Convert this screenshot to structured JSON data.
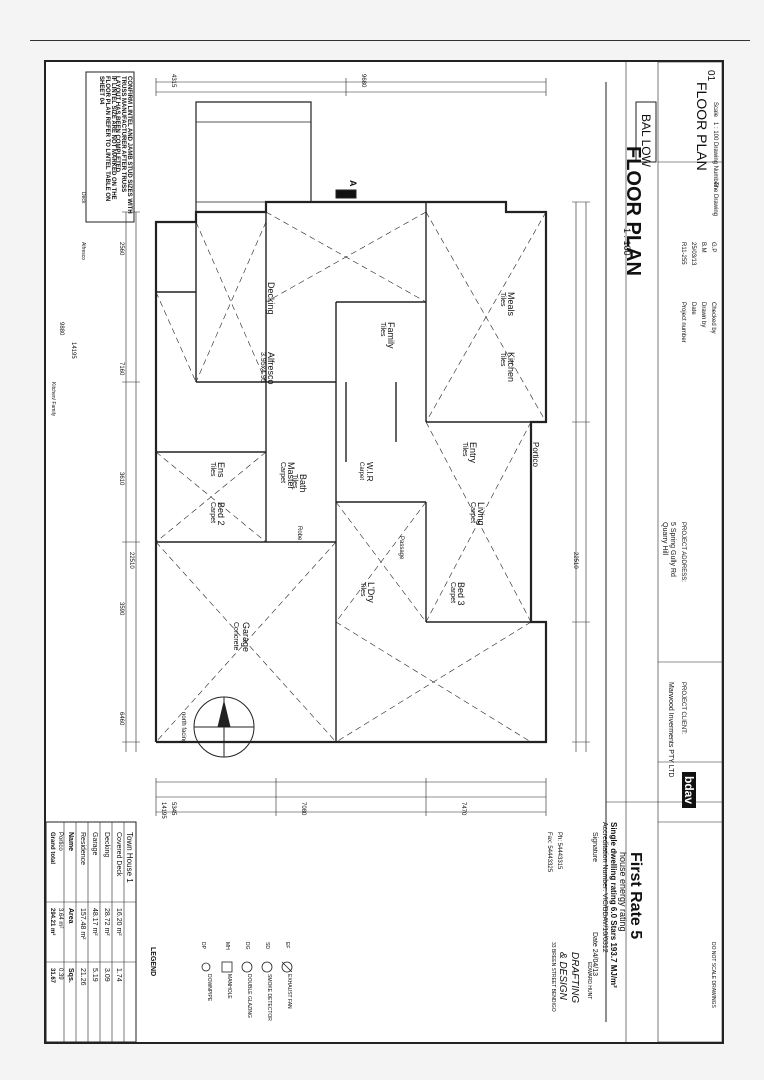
{
  "title_block": {
    "heading": "FLOOR PLAN",
    "scale": "1 : 100",
    "bal": "BAL LOW",
    "the_drawing_label": "The Drawing",
    "the_drawing": "FLOOR PLAN",
    "project_number_label": "Project number",
    "project_number": "R11-255",
    "date_label": "Date",
    "date": "25/03/13",
    "drawn_by_label": "Drawn by",
    "drawn_by": "B.M",
    "checked_by_label": "Checked by",
    "checked_by": "G.P",
    "scale_label": "Scale",
    "scale_value": "1 : 100",
    "drawing_number_label": "Drawing Number",
    "drawing_number": "01"
  },
  "notes": {
    "lintel_note": "CONFIRM LINTEL AND JAMB STUD SIZES WITH TRUSS MANUFACTURER AFTER TRUSS LAYOUT HAS BEEN COMPLETED",
    "lintel_note2": "IF LINTEL SIZE ARE NOT MARKED ON THE FLOOR PLAN REFER TO LINTEL TABLE ON SHEET 04"
  },
  "project": {
    "address_label": "PROJECT ADDRESS:",
    "address_1": "5 Spring Gully Rd",
    "address_2": "Quarry Hill",
    "client_label": "PROJECT CLIENT:",
    "client": "Marwood Inverments PTY LTD",
    "bdav": "bdav",
    "do_not_scale": "DO NOT SCALE DRAWINGS"
  },
  "rating": {
    "title": "First Rate 5",
    "subtitle": "house energy rating",
    "stars_line": "Single dwelling rating 6.0 Stars 193.7 MJ/m²",
    "accreditation": "Accreditation Number: VIC/BDAV/10/0312",
    "signature": "Signature",
    "date": "Date 24/04/13"
  },
  "company": {
    "ph": "Ph: 54443315",
    "fax": "Fax: 54443325",
    "name1": "DRAFTING",
    "name2": "& DESIGN",
    "owner": "EDWARD HUNT",
    "street": "33 BREEN STREET BENDIGO"
  },
  "area_table": {
    "title": "Town House 1",
    "headers": [
      "Name",
      "Area",
      "Sqs."
    ],
    "rows": [
      [
        "Residence",
        "157.48 m²",
        "21.26"
      ],
      [
        "Garage",
        "48.17 m²",
        "5.19"
      ],
      [
        "Decking",
        "28.72 m²",
        "3.09"
      ],
      [
        "Covered Deck",
        "16.20 m²",
        "1.74"
      ],
      [
        "Portico",
        "3.64 m²",
        "0.39"
      ],
      [
        "Grand total",
        "294.21 m²",
        "31.67"
      ]
    ]
  },
  "legend": {
    "title": "LEGEND",
    "items": [
      {
        "sym": "DP",
        "label": "DOWNPIPE"
      },
      {
        "sym": "MH",
        "label": "MANHOLE"
      },
      {
        "sym": "DG",
        "label": "DOUBLE GLAZING"
      },
      {
        "sym": "SD",
        "label": "SMOKE DETECTOR"
      },
      {
        "sym": "EF",
        "label": "EXHAUST FAN"
      }
    ]
  },
  "rooms": [
    {
      "name": "Garage",
      "finish": "Concrete"
    },
    {
      "name": "Bed 2",
      "finish": "Carpet"
    },
    {
      "name": "Bath",
      "finish": "Tiles"
    },
    {
      "name": "Bed 3",
      "finish": "Carpet"
    },
    {
      "name": "L'Dry",
      "finish": "Tiles"
    },
    {
      "name": "Living",
      "finish": "Carpet"
    },
    {
      "name": "Master",
      "finish": "Carpet"
    },
    {
      "name": "Ens",
      "finish": "Tiles"
    },
    {
      "name": "W.I.R",
      "finish": "Carpet"
    },
    {
      "name": "Entry",
      "finish": "Tiles"
    },
    {
      "name": "Portico",
      "finish": ""
    },
    {
      "name": "Kitchen",
      "finish": "Tiles"
    },
    {
      "name": "Meals",
      "finish": "Tiles"
    },
    {
      "name": "Family",
      "finish": "Tiles"
    },
    {
      "name": "Alfresco",
      "finish": "3.95x4.95"
    },
    {
      "name": "Decking",
      "finish": ""
    },
    {
      "name": "Passage",
      "finish": ""
    },
    {
      "name": "Robe",
      "finish": ""
    }
  ],
  "dims": {
    "overall_h": "22510",
    "overall_h2": "22510",
    "overall_v": "14195",
    "overall_v2": "14195",
    "garage": "6460",
    "bed2": "3590",
    "master": "3610",
    "family": "7160",
    "deck": "2560",
    "kitchen": "9880",
    "kitchen_family": "Kitchen/ Family",
    "alfresco": "Alfresco",
    "deck_label": "Deck",
    "bottom_a": "5345",
    "bottom_b": "7080",
    "bottom_c": "7470",
    "top_a": "4315",
    "top_b": "9680",
    "north": "north facing"
  },
  "section": "A"
}
